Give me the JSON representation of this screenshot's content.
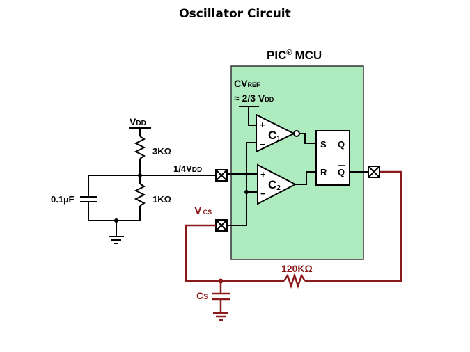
{
  "title": "Oscillator Circuit",
  "mcu": {
    "name": "PIC",
    "reg": "®",
    "suffix": "MCU",
    "fill": "#aeecc0"
  },
  "cvref": {
    "line1_main": "CV",
    "line1_sub": "REF",
    "line2_main": "≈ 2/3 V",
    "line2_sub": "DD"
  },
  "comparators": [
    {
      "name": "C",
      "sub": "1",
      "plus": "+",
      "minus": "−"
    },
    {
      "name": "C",
      "sub": "2",
      "plus": "+",
      "minus": "−"
    }
  ],
  "latch": {
    "s": "S",
    "r": "R",
    "q": "Q",
    "qbar": "Q"
  },
  "divider": {
    "vdd_main": "V",
    "vdd_sub": "DD",
    "r_top": "3KΩ",
    "r_bottom": "1KΩ",
    "cap": "0.1µF",
    "node_main": "1/4V",
    "node_sub": "DD"
  },
  "external": {
    "vcs_main": "V",
    "vcs_sub": "CS",
    "resistor": "120KΩ",
    "cs_main": "C",
    "cs_sub": "S",
    "wire_color": "#8b1a1a"
  }
}
